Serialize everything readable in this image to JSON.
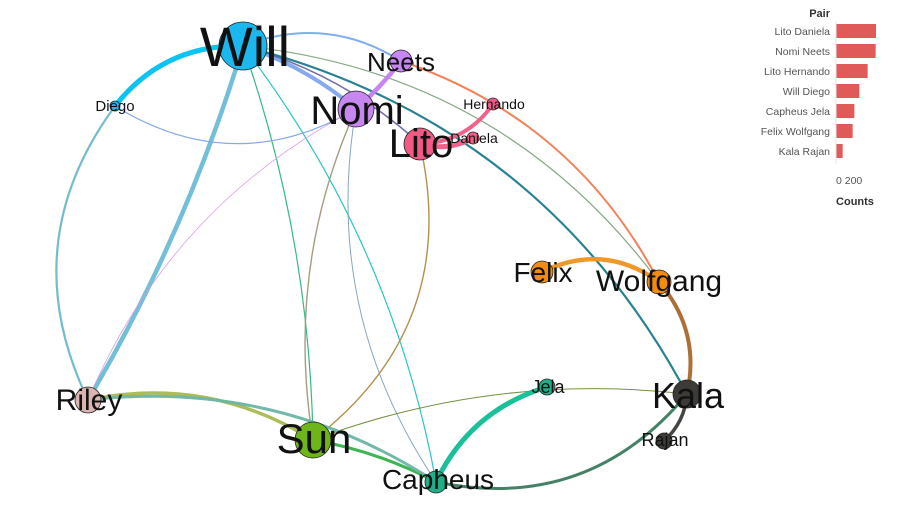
{
  "chart_data": {
    "type": "network",
    "nodes": [
      {
        "id": "Will",
        "label": "Will",
        "color": "#1ab8ef",
        "size": 3
      },
      {
        "id": "Nomi",
        "label": "Nomi",
        "color": "#c886f0",
        "size": 2.5
      },
      {
        "id": "Lito",
        "label": "Lito",
        "color": "#f25a85",
        "size": 2.3
      },
      {
        "id": "Neets",
        "label": "Neets",
        "color": "#c886f0",
        "size": 1.5
      },
      {
        "id": "Hernando",
        "label": "Hernando",
        "color": "#f25a85",
        "size": 1
      },
      {
        "id": "Daniela",
        "label": "Daniela",
        "color": "#f25a85",
        "size": 1
      },
      {
        "id": "Diego",
        "label": "Diego",
        "color": "#1ab8ef",
        "size": 0.9
      },
      {
        "id": "Felix",
        "label": "Felix",
        "color": "#f28c10",
        "size": 1.5
      },
      {
        "id": "Wolfgang",
        "label": "Wolfgang",
        "color": "#f28c10",
        "size": 1.6
      },
      {
        "id": "Kala",
        "label": "Kala",
        "color": "#3d3b38",
        "size": 1.9
      },
      {
        "id": "Rajan",
        "label": "Rajan",
        "color": "#3d3b38",
        "size": 1.2
      },
      {
        "id": "Jela",
        "label": "Jela",
        "color": "#1fae87",
        "size": 1.1
      },
      {
        "id": "Capheus",
        "label": "Capheus",
        "color": "#1fae87",
        "size": 1.5
      },
      {
        "id": "Sun",
        "label": "Sun",
        "color": "#6db518",
        "size": 2.5
      },
      {
        "id": "Riley",
        "label": "Riley",
        "color": "#d9b4b1",
        "size": 1.7
      }
    ],
    "edges": [
      {
        "source": "Will",
        "target": "Diego",
        "color": "#00c0f0",
        "weight": 5
      },
      {
        "source": "Will",
        "target": "Riley",
        "color": "#6cbad6",
        "weight": 4.5
      },
      {
        "source": "Will",
        "target": "Nomi",
        "color": "#7fa4ee",
        "weight": 4
      },
      {
        "source": "Will",
        "target": "Neets",
        "color": "#79a9ea",
        "weight": 2
      },
      {
        "source": "Will",
        "target": "Lito",
        "color": "#6d6aa3",
        "weight": 1.6
      },
      {
        "source": "Will",
        "target": "Wolfgang",
        "color": "#7ea37e",
        "weight": 1.2
      },
      {
        "source": "Will",
        "target": "Kala",
        "color": "#1e7a8e",
        "weight": 2.2
      },
      {
        "source": "Will",
        "target": "Sun",
        "color": "#2ab47f",
        "weight": 1.2
      },
      {
        "source": "Will",
        "target": "Capheus",
        "color": "#1ec1c1",
        "weight": 1.2
      },
      {
        "source": "Diego",
        "target": "Nomi",
        "color": "#7da5e6",
        "weight": 1.2
      },
      {
        "source": "Diego",
        "target": "Riley",
        "color": "#6cb8cc",
        "weight": 2.2
      },
      {
        "source": "Nomi",
        "target": "Neets",
        "color": "#c47ef0",
        "weight": 4.5
      },
      {
        "source": "Nomi",
        "target": "Riley",
        "color": "#d69be3",
        "weight": 0.8
      },
      {
        "source": "Nomi",
        "target": "Sun",
        "color": "#a09878",
        "weight": 1.4
      },
      {
        "source": "Nomi",
        "target": "Capheus",
        "color": "#7ea2c0",
        "weight": 1
      },
      {
        "source": "Lito",
        "target": "Daniela",
        "color": "#f25a85",
        "weight": 5
      },
      {
        "source": "Lito",
        "target": "Hernando",
        "color": "#f25a85",
        "weight": 4
      },
      {
        "source": "Lito",
        "target": "Sun",
        "color": "#b08a45",
        "weight": 1.4
      },
      {
        "source": "Neets",
        "target": "Wolfgang",
        "color": "#f27b50",
        "weight": 2
      },
      {
        "source": "Felix",
        "target": "Wolfgang",
        "color": "#f0921d",
        "weight": 4.5
      },
      {
        "source": "Wolfgang",
        "target": "Kala",
        "color": "#a8682b",
        "weight": 4
      },
      {
        "source": "Kala",
        "target": "Rajan",
        "color": "#3d3b38",
        "weight": 3.5
      },
      {
        "source": "Kala",
        "target": "Capheus",
        "color": "#3a7a5e",
        "weight": 3
      },
      {
        "source": "Kala",
        "target": "Sun",
        "color": "#6e8a38",
        "weight": 1
      },
      {
        "source": "Jela",
        "target": "Capheus",
        "color": "#0dbd94",
        "weight": 5
      },
      {
        "source": "Sun",
        "target": "Riley",
        "color": "#a8b84e",
        "weight": 3.5
      },
      {
        "source": "Sun",
        "target": "Capheus",
        "color": "#34b04c",
        "weight": 3
      },
      {
        "source": "Riley",
        "target": "Capheus",
        "color": "#6ab4a6",
        "weight": 3
      }
    ],
    "bar_chart": {
      "type": "bar",
      "orientation": "horizontal",
      "header": "Pair",
      "categories": [
        "Lito Daniela",
        "Nomi Neets",
        "Lito Hernando",
        "Will Diego",
        "Capheus Jela",
        "Felix Wolfgang",
        "Kala Rajan"
      ],
      "values": [
        240,
        238,
        190,
        140,
        110,
        100,
        40
      ],
      "xlabel": "Counts",
      "xticks": [
        "0",
        "200"
      ],
      "xlim": [
        0,
        260
      ],
      "bar_color": "#e05a5a"
    }
  }
}
